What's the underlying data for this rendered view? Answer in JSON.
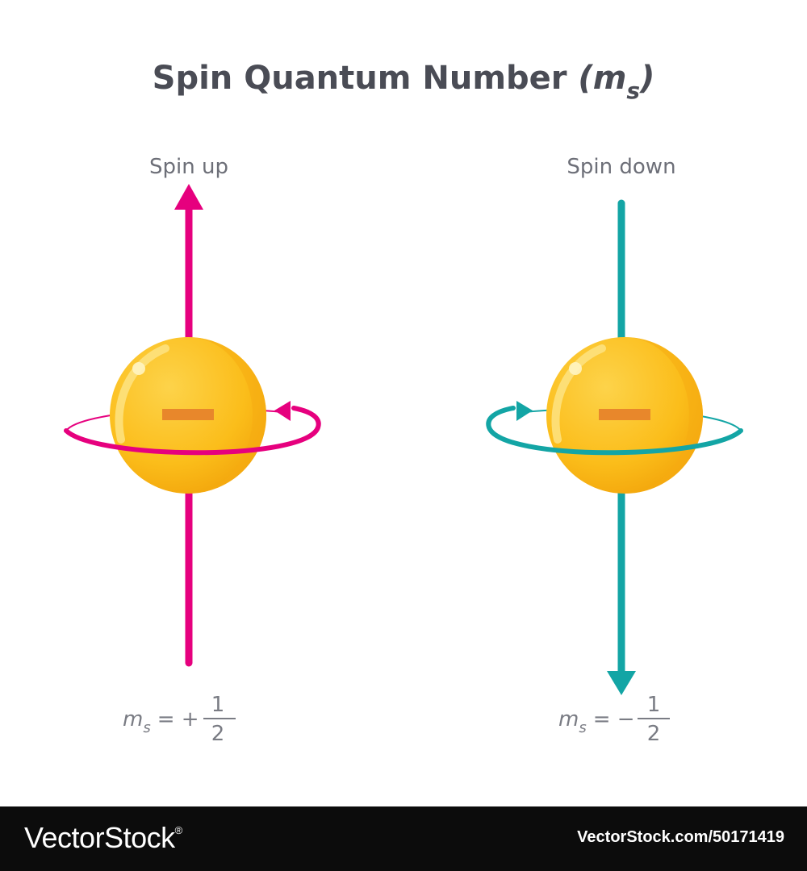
{
  "title": {
    "text": "Spin Quantum Number ",
    "paren_open": "(",
    "symbol_main": "m",
    "symbol_sub": "s",
    "paren_close": ")"
  },
  "spin_up": {
    "label": "Spin up",
    "color": "#e6007e",
    "formula": {
      "symbol": "m",
      "sub": "s",
      "relation": "= +",
      "numerator": "1",
      "denominator": "2"
    }
  },
  "spin_down": {
    "label": "Spin down",
    "color": "#13a5a5",
    "formula": {
      "symbol": "m",
      "sub": "s",
      "relation": "= −",
      "numerator": "1",
      "denominator": "2"
    }
  },
  "electron": {
    "charge": "−",
    "body_color": "#fbbd1a",
    "highlight_color": "#fde383",
    "mark_color": "#e8872b"
  },
  "footer": {
    "logo": "VectorStock",
    "logo_mark": "®",
    "image_id": "VectorStock.com/50171419"
  }
}
